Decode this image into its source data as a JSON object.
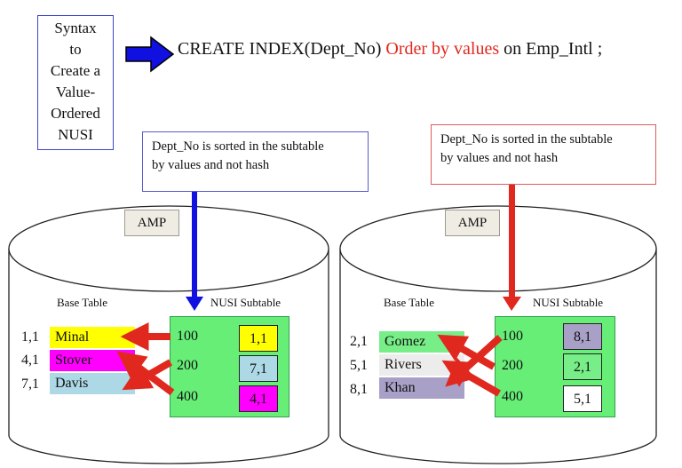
{
  "syntax_box": {
    "lines": [
      "Syntax",
      "to",
      "Create a",
      "Value-",
      "Ordered",
      "NUSI"
    ]
  },
  "command": {
    "part1": "CREATE INDEX(Dept_No) ",
    "highlight": "Order by values",
    "part2": " on Emp_Intl ;"
  },
  "callouts": {
    "left": [
      "Dept_No is sorted in the subtable",
      "by values and not hash"
    ],
    "right": [
      "Dept_No is sorted in the subtable",
      "by values and not hash"
    ]
  },
  "amps": {
    "left": {
      "amp_label": "AMP",
      "base_table_label": "Base Table",
      "nusi_label": "NUSI  Subtable",
      "base_rows": [
        {
          "rowid": "1,1",
          "name": "Minal",
          "color": "#ffff00"
        },
        {
          "rowid": "4,1",
          "name": "Stover",
          "color": "#ff00ff"
        },
        {
          "rowid": "7,1",
          "name": "Davis",
          "color": "#add8e6"
        }
      ],
      "nusi_rows": [
        {
          "key": "100",
          "pointer": "1,1",
          "color": "#ffff00"
        },
        {
          "key": "200",
          "pointer": "7,1",
          "color": "#add8e6"
        },
        {
          "key": "400",
          "pointer": "4,1",
          "color": "#ff00ff"
        }
      ]
    },
    "right": {
      "amp_label": "AMP",
      "base_table_label": "Base Table",
      "nusi_label": "NUSI  Subtable",
      "base_rows": [
        {
          "rowid": "2,1",
          "name": "Gomez",
          "color": "#77ee88"
        },
        {
          "rowid": "5,1",
          "name": "Rivers",
          "color": "#ececec"
        },
        {
          "rowid": "8,1",
          "name": "Khan",
          "color": "#a9a0c8"
        }
      ],
      "nusi_rows": [
        {
          "key": "100",
          "pointer": "8,1",
          "color": "#a9a0c8"
        },
        {
          "key": "200",
          "pointer": "2,1",
          "color": "#77ee88"
        },
        {
          "key": "400",
          "pointer": "5,1",
          "color": "#ffffff"
        }
      ]
    }
  },
  "colors": {
    "arrow_blue": "#1010e0",
    "arrow_red": "#e0281e",
    "nusi_green": "#66ee77"
  }
}
